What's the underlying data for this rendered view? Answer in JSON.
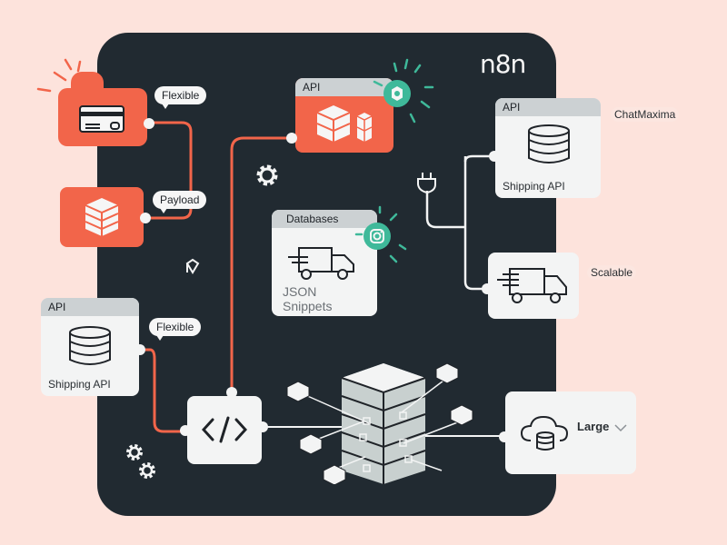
{
  "brand": {
    "logo_text": "n8n",
    "accent_orange": "#f2654a",
    "accent_teal": "#3fb99a",
    "board_color": "#212a31",
    "background": "#fde3dc"
  },
  "nodes": {
    "payment": {
      "icon": "credit-card-icon",
      "bubble": "Flexible"
    },
    "payload": {
      "icon": "stacked-boxes-icon",
      "bubble": "Payload"
    },
    "api_top": {
      "header": "API",
      "icon": "boxes-icon",
      "badge_icon": "gear-icon"
    },
    "shipping_right": {
      "header": "API",
      "icon": "database-icon",
      "label": "Shipping API"
    },
    "json": {
      "header": "Databases",
      "icon": "truck-icon",
      "label_line1": "JSON",
      "label_line2": "Snippets",
      "badge_icon": "instagram-icon"
    },
    "truck_right": {
      "icon": "truck-icon",
      "label": "Scalable"
    },
    "shipping_left": {
      "header": "API",
      "icon": "database-icon",
      "label": "Shipping API",
      "bubble": "Flexible"
    },
    "code": {
      "icon": "code-icon"
    },
    "server": {
      "icon": "server-stack-icon"
    },
    "cloud": {
      "icon": "cloud-database-icon",
      "label": "Large",
      "dropdown_icon": "chevron-down-icon"
    }
  },
  "floating_labels": {
    "chatmaxima": "ChatMaxima"
  }
}
